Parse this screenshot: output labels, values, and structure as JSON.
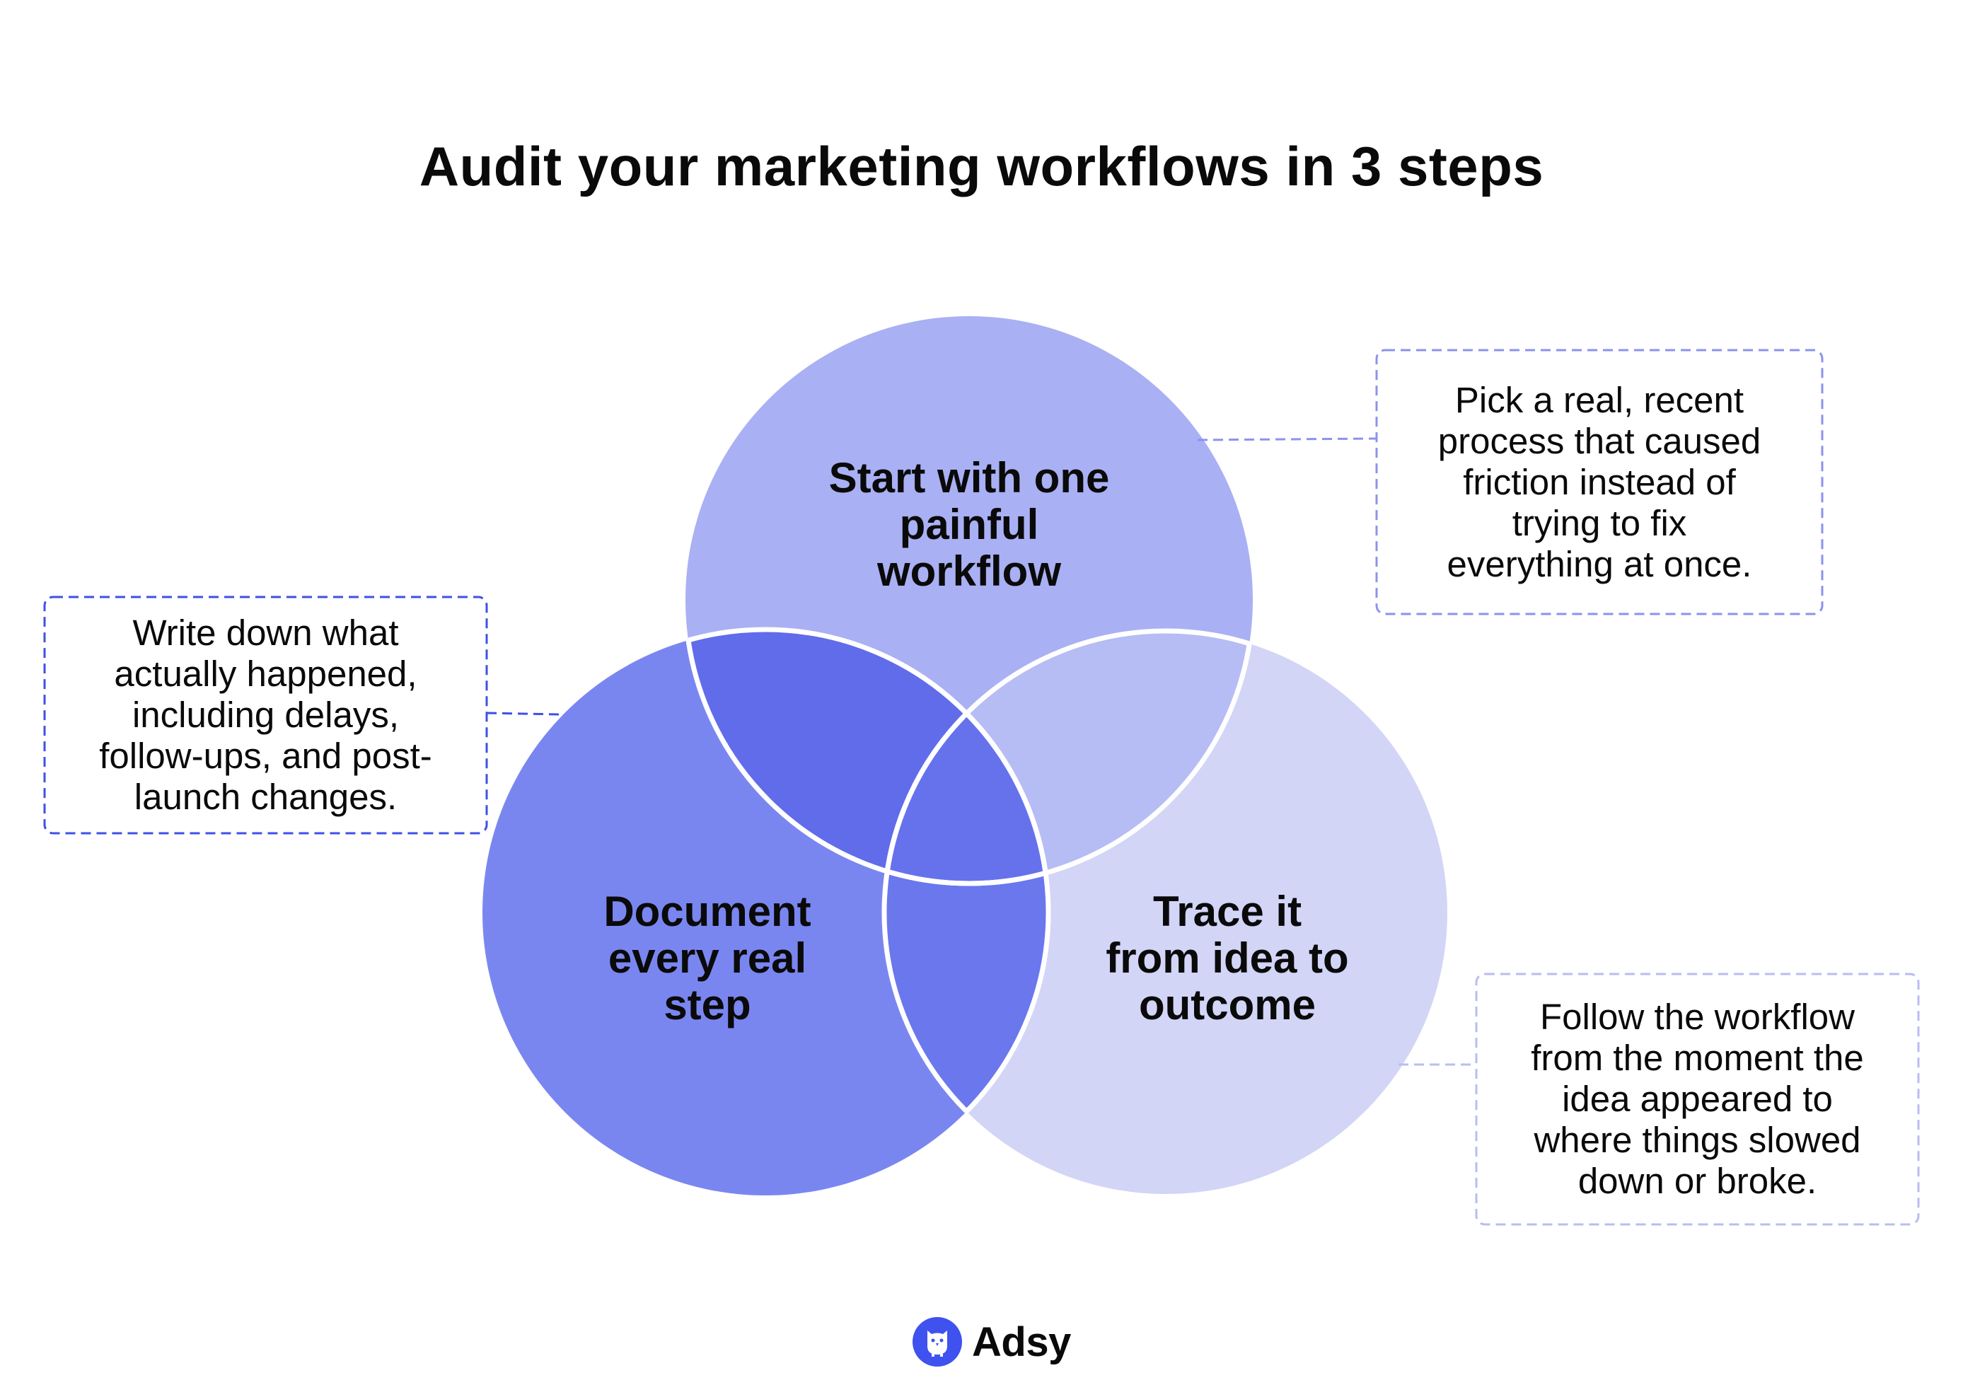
{
  "title": "Audit your marketing workflows in 3 steps",
  "colors": {
    "top_circle": "#A9B0F3",
    "left_circle": "#7A86F0",
    "right_circle": "#D2D5F6",
    "top_left_overlap": "#606CEA",
    "top_right_overlap": "#B6BCF4",
    "left_right_overlap": "#6A77ED",
    "center_overlap": "#6672EC",
    "divider": "#FFFFFF",
    "note_left_border": "#3F4FE8",
    "note_top_right_border": "#8A93EE",
    "note_bottom_right_border": "#B8BDF2",
    "brand": "#3F51EE"
  },
  "circles": {
    "top": {
      "label": "Start with one painful workflow",
      "lines": [
        "Start with one",
        "painful",
        "workflow"
      ]
    },
    "left": {
      "label": "Document every real step",
      "lines": [
        "Document",
        "every real",
        "step"
      ]
    },
    "right": {
      "label": "Trace it from idea to outcome",
      "lines": [
        "Trace it",
        "from idea to",
        "outcome"
      ]
    }
  },
  "notes": {
    "top_right": {
      "lines": [
        "Pick a real, recent",
        "process that caused",
        "friction instead of",
        "trying to fix",
        "everything at once."
      ]
    },
    "left": {
      "lines": [
        "Write down what",
        "actually happened,",
        "including delays,",
        "follow-ups, and post-",
        "launch changes."
      ]
    },
    "bottom_right": {
      "lines": [
        "Follow the workflow",
        "from the moment the",
        "idea appeared to",
        "where things slowed",
        "down or broke."
      ]
    }
  },
  "logo": {
    "text": "Adsy",
    "icon": "owl-icon"
  }
}
